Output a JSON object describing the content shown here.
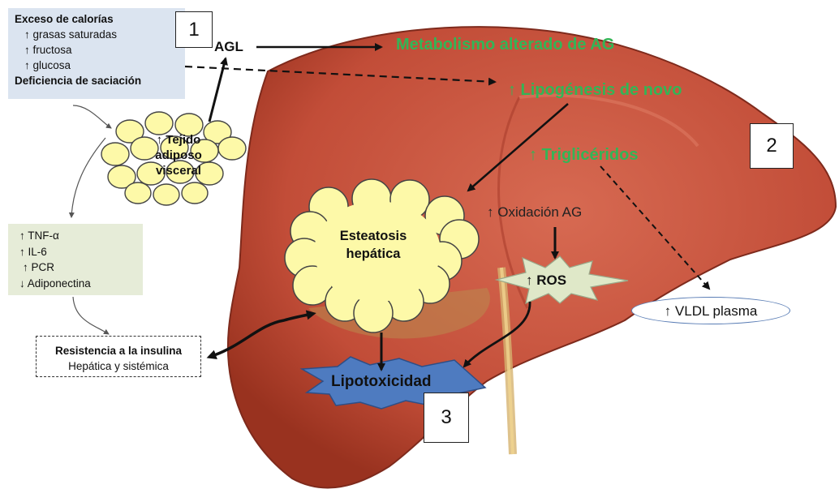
{
  "causes": {
    "heading": "Exceso de calorías",
    "items": [
      "↑ grasas saturadas",
      "↑ fructosa",
      "↑ glucosa"
    ],
    "footer": "Deficiencia de saciación"
  },
  "adipose": {
    "line1": "↑ Tejido",
    "line2": "adiposo",
    "line3": "visceral"
  },
  "cytokines": {
    "items": [
      "↑ TNF-α",
      "↑ IL-6",
      "↑ PCR",
      "↓ Adiponectina"
    ]
  },
  "insulin": {
    "title": "Resistencia a la insulina",
    "subtitle": "Hepática y sistémica"
  },
  "labels": {
    "agl": "AGL",
    "metabolism": "Metabolismo alterado de AG",
    "lipogenesis": "↑ Lipogénesis de novo",
    "triglycerides": "↑ Triglicéridos",
    "oxidation": "↑ Oxidación AG",
    "ros": "↑ ROS",
    "vldl": "↑ VLDL plasma",
    "steatosis_1": "Esteatosis",
    "steatosis_2": "hepática",
    "lipotoxicity": "Lipotoxicidad"
  },
  "numbers": [
    "1",
    "2",
    "3"
  ],
  "colors": {
    "liver": "#c9533f",
    "liver_dark": "#9e3427",
    "fat_cell": "#fdf9a8",
    "green_label": "#33b556",
    "lipotox_star": "#4e7bc0",
    "ros_star": "#dfe8c8"
  }
}
